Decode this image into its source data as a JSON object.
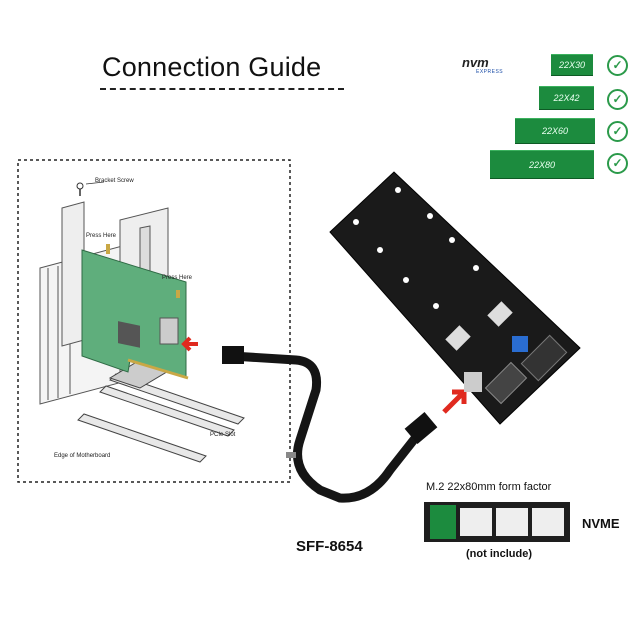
{
  "title": "Connection Guide",
  "nvm_logo": {
    "main": "nvm",
    "sub": "EXPRESS"
  },
  "form_factors": [
    {
      "label": "22X30"
    },
    {
      "label": "22X42"
    },
    {
      "label": "22X60"
    },
    {
      "label": "22X80"
    }
  ],
  "install_labels": {
    "bracket_screw": "Bracket Screw",
    "press_here_1": "Press Here",
    "press_here_2": "Press Here",
    "pcie_slot": "PCIe Slot",
    "edge_of_motherboard": "Edge of Motherboard"
  },
  "cable_label": "SFF-8654",
  "m2_label": "M.2 22x80mm form factor",
  "nvme_label": "NVME",
  "not_included": "(not include)",
  "colors": {
    "pcb_green": "#5fae7c",
    "ssd_green": "#1c8b3e",
    "arrow_red": "#e02a1f",
    "board_black": "#1a1a1a"
  }
}
